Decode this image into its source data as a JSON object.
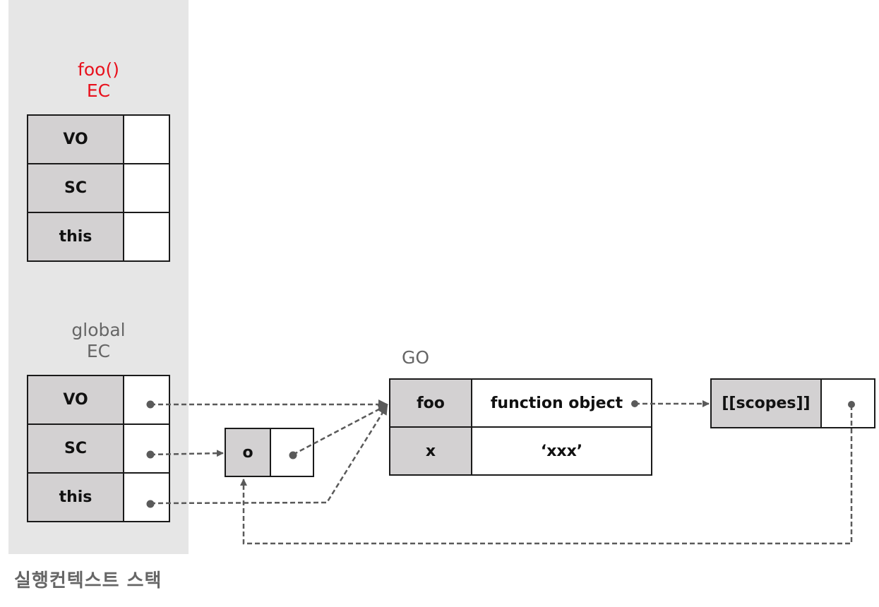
{
  "stack": {
    "caption": "실행컨텍스트 스택",
    "foo_ec": {
      "title_line1": "foo()",
      "title_line2": "EC",
      "title_color": "#e8101c",
      "rows": [
        {
          "key": "VO",
          "value": ""
        },
        {
          "key": "SC",
          "value": ""
        },
        {
          "key": "this",
          "value": ""
        }
      ]
    },
    "global_ec": {
      "title_line1": "global",
      "title_line2": "EC",
      "rows": [
        {
          "key": "VO",
          "value": ""
        },
        {
          "key": "SC",
          "value": ""
        },
        {
          "key": "this",
          "value": ""
        }
      ]
    }
  },
  "o_object": {
    "key": "o",
    "value": ""
  },
  "go": {
    "title": "GO",
    "rows": [
      {
        "key": "foo",
        "value": "function object"
      },
      {
        "key": "x",
        "value": "‘xxx’"
      }
    ]
  },
  "scopes": {
    "key": "[[scopes]]",
    "value": ""
  },
  "colors": {
    "arrow": "#5a5a5a",
    "key_cell": "#d3d1d2",
    "panel": "#e6e6e6"
  },
  "links": [
    {
      "from": "global_ec.VO",
      "to": "go"
    },
    {
      "from": "global_ec.SC",
      "to": "o_object"
    },
    {
      "from": "global_ec.this",
      "to": "go"
    },
    {
      "from": "o_object.value",
      "to": "go"
    },
    {
      "from": "go.foo",
      "to": "scopes"
    },
    {
      "from": "scopes.value",
      "to": "o_object"
    }
  ]
}
